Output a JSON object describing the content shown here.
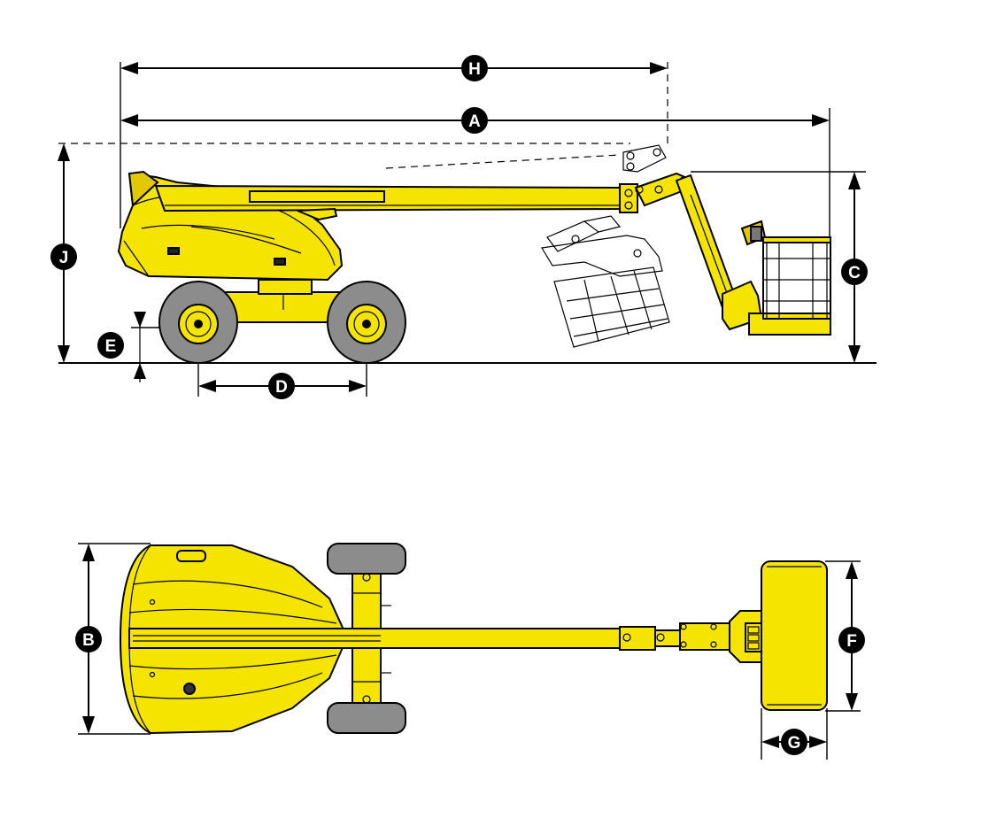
{
  "dimensions": {
    "A": "A",
    "B": "B",
    "C": "C",
    "D": "D",
    "E": "E",
    "F": "F",
    "G": "G",
    "H": "H",
    "J": "J"
  },
  "colors": {
    "machine_body": "#f5e400",
    "machine_shadow": "#e2c800",
    "tires": "#8c8c8c",
    "lines": "#000000",
    "badge": "#000000"
  }
}
